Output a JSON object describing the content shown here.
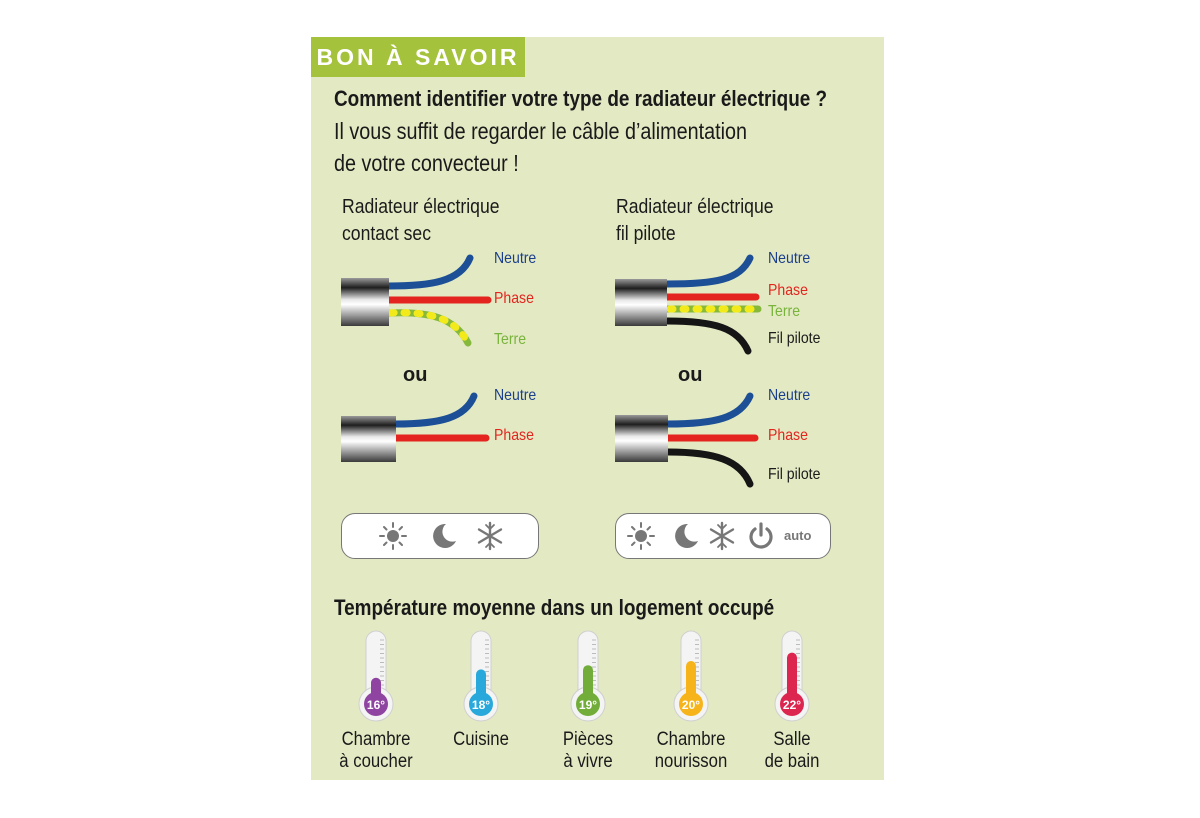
{
  "banner": "BON À SAVOIR",
  "intro": {
    "question": "Comment identifier votre type de radiateur électrique ?",
    "line2": "Il vous suffit de regarder le câble d’alimentation",
    "line3": "de votre convecteur !"
  },
  "left": {
    "title1": "Radiateur électrique",
    "title2": "contact sec",
    "or": "ou",
    "wires1": [
      "Neutre",
      "Phase",
      "Terre"
    ],
    "wires2": [
      "Neutre",
      "Phase"
    ],
    "controls": [
      "sun-icon",
      "moon-icon",
      "snowflake-icon"
    ]
  },
  "right": {
    "title1": "Radiateur électrique",
    "title2": "fil pilote",
    "or": "ou",
    "wires1": [
      "Neutre",
      "Phase",
      "Terre",
      "Fil pilote"
    ],
    "wires2": [
      "Neutre",
      "Phase",
      "Fil pilote"
    ],
    "controls": [
      "sun-icon",
      "moon-icon",
      "snowflake-icon",
      "power-icon"
    ],
    "auto_label": "auto"
  },
  "colors": {
    "neutre": "#1c4f96",
    "phase": "#e3241f",
    "terre": "#86b83c",
    "terre_stripe": "#f3ea1c",
    "pilote": "#151515",
    "banner": "#a5c23c",
    "background": "#e3eac3"
  },
  "temperature": {
    "title": "Température moyenne dans un logement occupé",
    "rooms": [
      {
        "line1": "Chambre",
        "line2": "à coucher",
        "value": 16,
        "label": "16°",
        "color": "#8e44a0"
      },
      {
        "line1": "Cuisine",
        "line2": "",
        "value": 18,
        "label": "18°",
        "color": "#29a9db"
      },
      {
        "line1": "Pièces",
        "line2": "à vivre",
        "value": 19,
        "label": "19°",
        "color": "#72ad3a"
      },
      {
        "line1": "Chambre",
        "line2": "nourisson",
        "value": 20,
        "label": "20°",
        "color": "#f6b41a"
      },
      {
        "line1": "Salle",
        "line2": "de bain",
        "value": 22,
        "label": "22°",
        "color": "#dc2650"
      }
    ]
  }
}
